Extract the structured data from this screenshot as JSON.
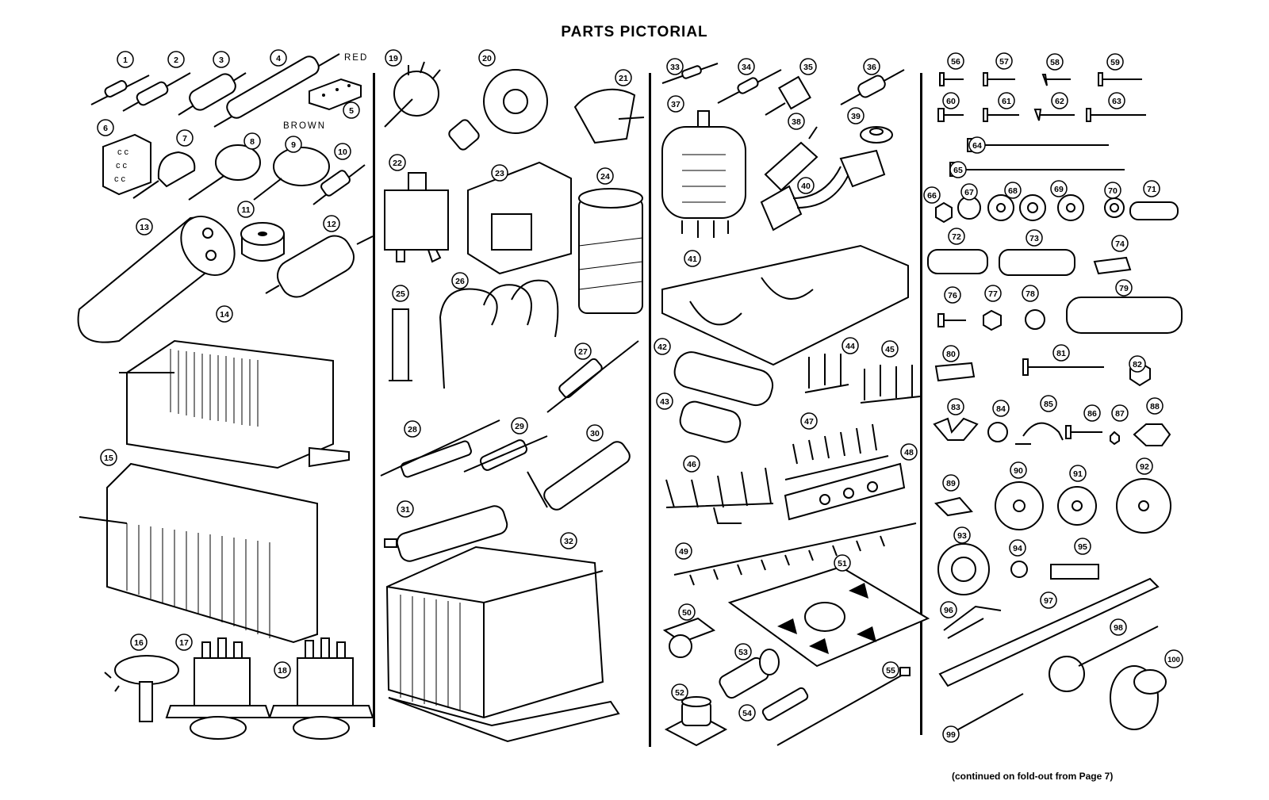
{
  "page": {
    "title": "PARTS PICTORIAL",
    "footer": "(continued on fold-out from Page 7)"
  },
  "labels": {
    "red": "RED",
    "brown": "BROWN"
  },
  "part_numbers": [
    "1",
    "2",
    "3",
    "4",
    "5",
    "6",
    "7",
    "8",
    "9",
    "10",
    "11",
    "12",
    "13",
    "14",
    "15",
    "16",
    "17",
    "18",
    "19",
    "20",
    "21",
    "22",
    "23",
    "24",
    "25",
    "26",
    "27",
    "28",
    "29",
    "30",
    "31",
    "32",
    "33",
    "34",
    "35",
    "36",
    "37",
    "38",
    "39",
    "40",
    "41",
    "42",
    "43",
    "44",
    "45",
    "46",
    "47",
    "48",
    "49",
    "50",
    "51",
    "52",
    "53",
    "54",
    "55",
    "56",
    "57",
    "58",
    "59",
    "60",
    "61",
    "62",
    "63",
    "64",
    "65",
    "66",
    "67",
    "68",
    "69",
    "70",
    "71",
    "72",
    "73",
    "74",
    "76",
    "77",
    "78",
    "79",
    "80",
    "81",
    "82",
    "83",
    "84",
    "85",
    "86",
    "87",
    "88",
    "89",
    "90",
    "91",
    "92",
    "93",
    "94",
    "95",
    "96",
    "97",
    "98",
    "99",
    "100"
  ]
}
